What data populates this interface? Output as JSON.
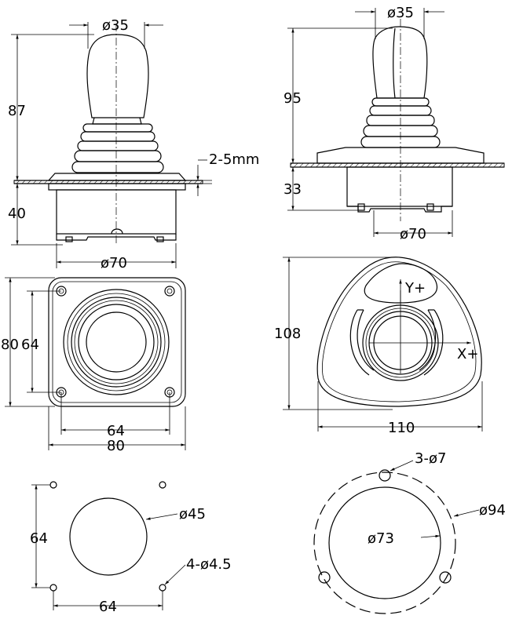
{
  "side_view": {
    "grip_diameter": "ø35",
    "total_height": "87",
    "depth_below": "40",
    "panel_thickness": "2-5mm",
    "base_diameter": "ø70"
  },
  "front_view": {
    "grip_diameter": "ø35",
    "height": "95",
    "depth_below": "33",
    "base_diameter": "ø70"
  },
  "square_top_view": {
    "outer_height": "80",
    "hole_spacing_v": "64",
    "hole_spacing_h": "64",
    "outer_width": "80"
  },
  "triangle_top_view": {
    "y_axis": "Y+",
    "x_axis": "X+",
    "height": "108",
    "width": "110"
  },
  "square_cutout": {
    "spacing_v": "64",
    "center_hole": "ø45",
    "mount_holes": "4-ø4.5",
    "spacing_h": "64"
  },
  "round_cutout": {
    "mount_holes": "3-ø7",
    "pcd": "ø94",
    "center_hole": "ø73"
  }
}
